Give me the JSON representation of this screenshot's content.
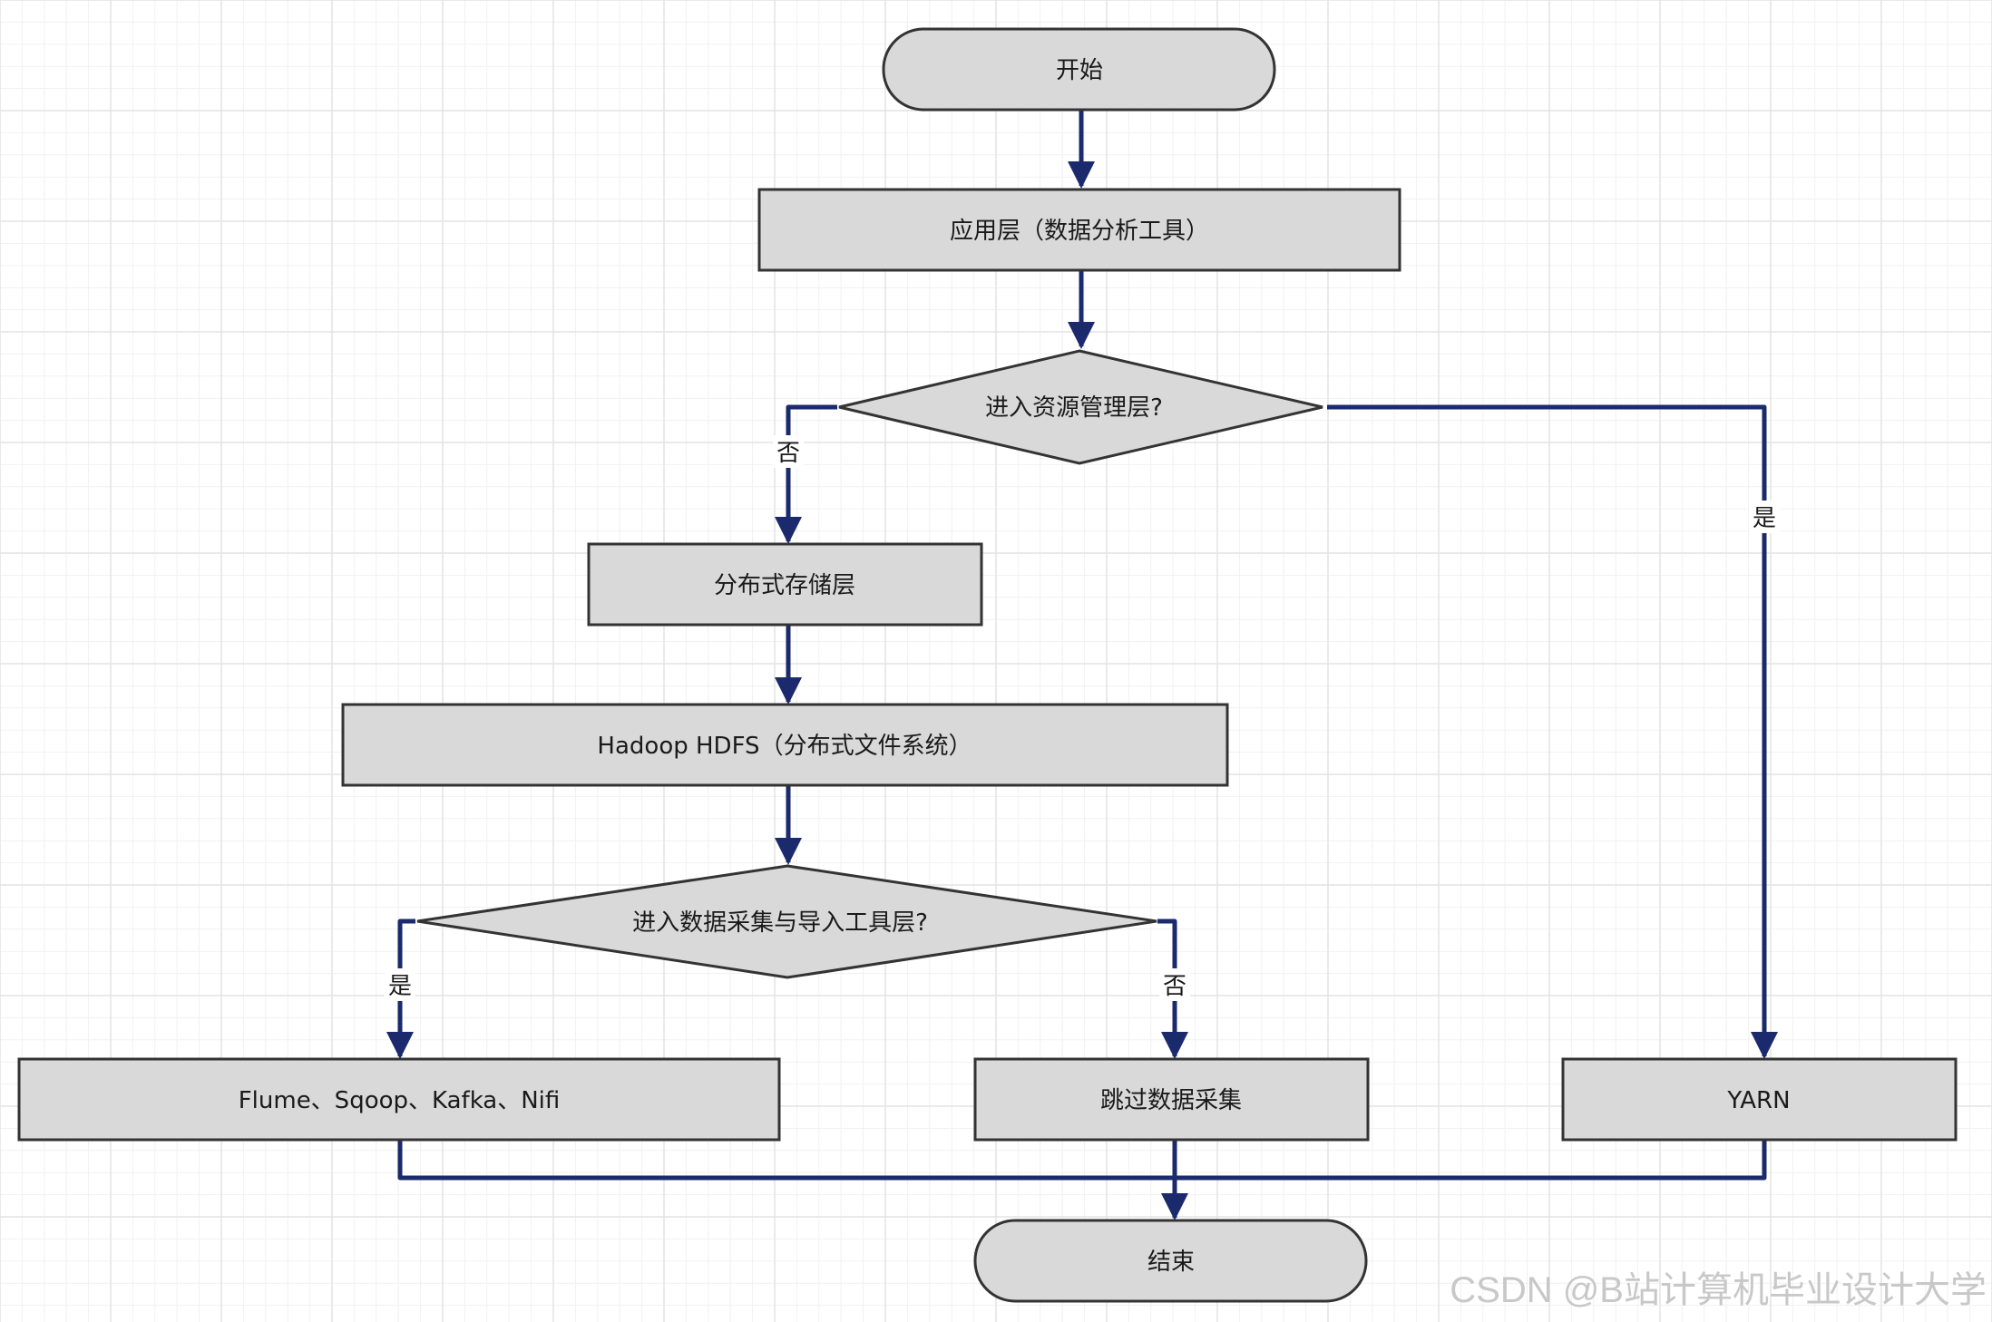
{
  "diagram": {
    "nodes": {
      "start": "开始",
      "app_layer": "应用层（数据分析工具）",
      "decision_resource": "进入资源管理层?",
      "storage_layer": "分布式存储层",
      "hdfs": "Hadoop HDFS（分布式文件系统）",
      "decision_ingest": "进入数据采集与导入工具层?",
      "tools": "Flume、Sqoop、Kafka、Nifi",
      "skip": "跳过数据采集",
      "yarn": "YARN",
      "end": "结束"
    },
    "edge_labels": {
      "resource_no": "否",
      "resource_yes": "是",
      "ingest_yes": "是",
      "ingest_no": "否"
    },
    "colors": {
      "node_fill": "#d9d9d9",
      "node_stroke": "#333333",
      "edge": "#1a2a6c",
      "grid_major": "#e3e3e3",
      "grid_minor": "#f1f1f1"
    }
  },
  "watermark": "CSDN @B站计算机毕业设计大学"
}
